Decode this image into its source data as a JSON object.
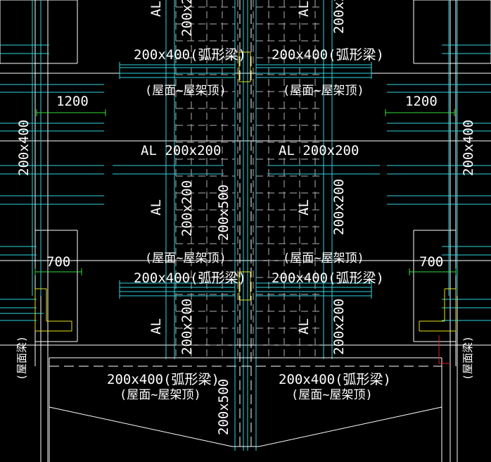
{
  "colors": {
    "background": "#000000",
    "cyan": "#2fd5e0",
    "white": "#ffffff",
    "green": "#33dd33",
    "yellow": "#e8e020",
    "red": "#e02020",
    "grey": "#b0b0b0"
  },
  "labels": {
    "beam_arc_tl": "200x400(弧形梁)",
    "beam_arc_tr": "200x400(弧形梁)",
    "roof_tl": "(屋面~屋架顶)",
    "roof_tr": "(屋面~屋架顶)",
    "dim_1200_l": "1200",
    "dim_1200_r": "1200",
    "side_l": "200x400",
    "side_r": "200x400",
    "al_left": "AL 200x200",
    "al_right": "AL 200x200",
    "al_v_1": "AL",
    "al_v_2": "AL",
    "al_v_3": "AL",
    "al_v_4": "AL",
    "al_v_5": "AL",
    "al_v_6": "AL",
    "v200x200_1": "200x2",
    "v200x200_2": "200x2",
    "v200x200_3": "200x200",
    "v200x200_4": "200x200",
    "v200x200_5": "200x200",
    "v200x200_6": "200x200",
    "center_col_top": "200x500",
    "center_col_bottom": "200x500",
    "roof_ml": "(屋面~屋架顶)",
    "roof_mr": "(屋面~屋架顶)",
    "beam_arc_ml": "200x400(弧形梁)",
    "beam_arc_mr": "200x400(弧形梁)",
    "dim_700_l": "700",
    "dim_700_r": "700",
    "beam_arc_bl": "200x400(弧形梁)",
    "beam_arc_br": "200x400(弧形梁)",
    "roof_bl": "(屋面~屋架顶)",
    "roof_br": "(屋面~屋架顶)",
    "roof_beam_l": "(屋面梁)",
    "roof_beam_r": "(屋面梁)"
  }
}
